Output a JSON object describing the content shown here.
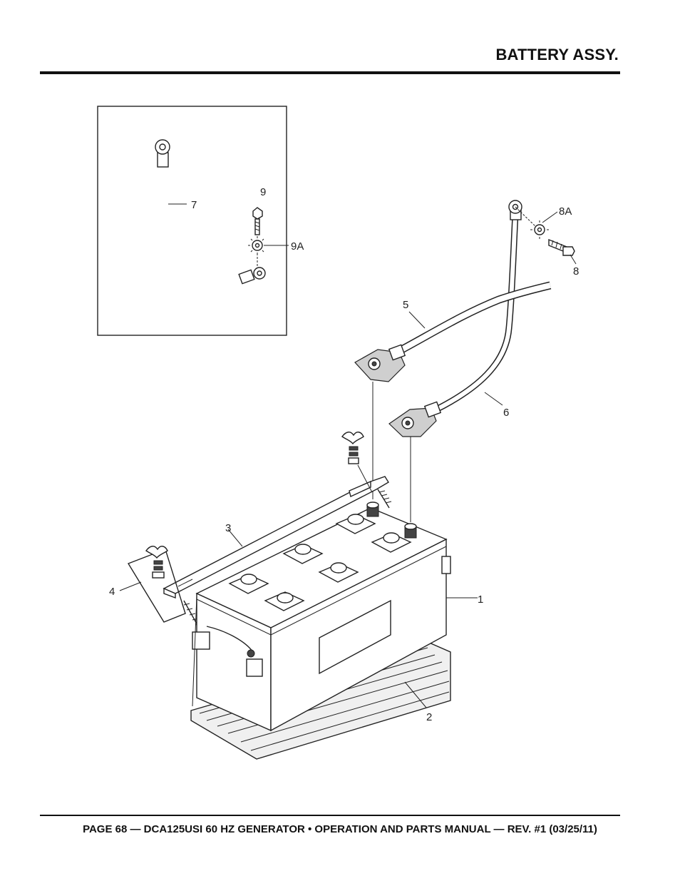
{
  "header": {
    "title": "BATTERY ASSY."
  },
  "footer": {
    "text": "PAGE 68 — DCA125USI 60 HZ GENERATOR • OPERATION AND PARTS MANUAL — REV. #1 (03/25/11)"
  },
  "diagram": {
    "callouts": {
      "c7": "7",
      "c9": "9",
      "c9a": "9A",
      "c8a": "8A",
      "c8": "8",
      "c5": "5",
      "c6": "6",
      "c3": "3",
      "c4": "4",
      "c1": "1",
      "c2": "2"
    }
  }
}
